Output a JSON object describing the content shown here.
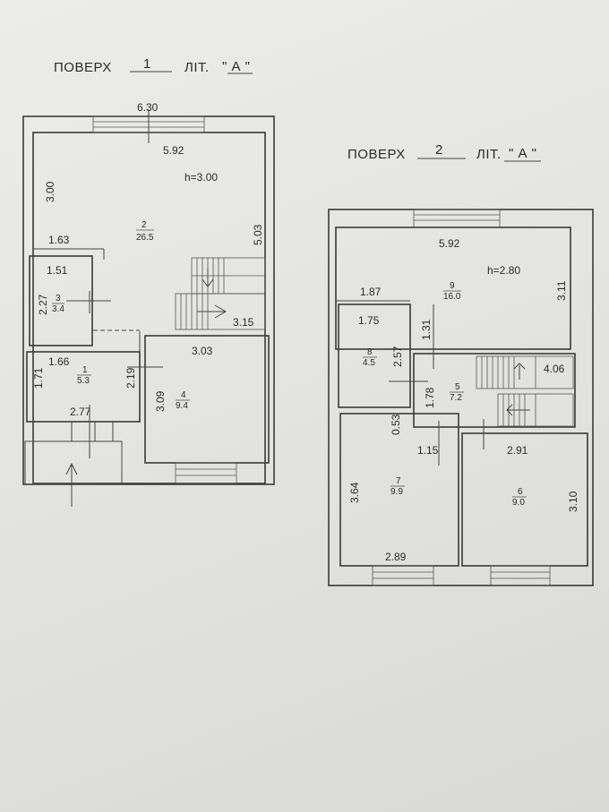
{
  "floor1": {
    "header": {
      "word": "ПОВЕРХ",
      "number": "1",
      "lit_word": "ЛІТ.",
      "lit_value": "\" А \""
    },
    "outer_width": "6.30",
    "height_note": "h=3.00",
    "room2": {
      "num": "2",
      "area": "26.5",
      "width": "5.92",
      "height": "3.00",
      "side": "5.03"
    },
    "room3": {
      "num": "3",
      "area": "3.4",
      "width": "1.51",
      "height": "2.27"
    },
    "room1": {
      "num": "1",
      "area": "5.3",
      "width": "1.66",
      "height": "1.71",
      "side": "2.19",
      "bottom": "2.77"
    },
    "room4": {
      "num": "4",
      "area": "9.4",
      "width": "3.03",
      "height": "3.09"
    },
    "label_163": "1.63",
    "stair_dim": "3.15"
  },
  "floor2": {
    "header": {
      "word": "ПОВЕРХ",
      "number": "2",
      "lit_word": "ЛІТ.",
      "lit_value": "\" А \""
    },
    "height_note": "h=2.80",
    "room9": {
      "num": "9",
      "area": "16.0",
      "width": "5.92",
      "height": "3.11"
    },
    "label_187": "1.87",
    "room8": {
      "num": "8",
      "area": "4.5",
      "width": "1.75",
      "height": "2.57"
    },
    "room5": {
      "num": "5",
      "area": "7.2",
      "top": "1.31",
      "side": "1.78",
      "stair": "4.06"
    },
    "room7": {
      "num": "7",
      "area": "9.9",
      "height": "3.64",
      "bottom": "2.89"
    },
    "room6": {
      "num": "6",
      "area": "9.0",
      "width": "2.91",
      "height": "3.10"
    },
    "label_053": "0.53",
    "label_115": "1.15"
  }
}
